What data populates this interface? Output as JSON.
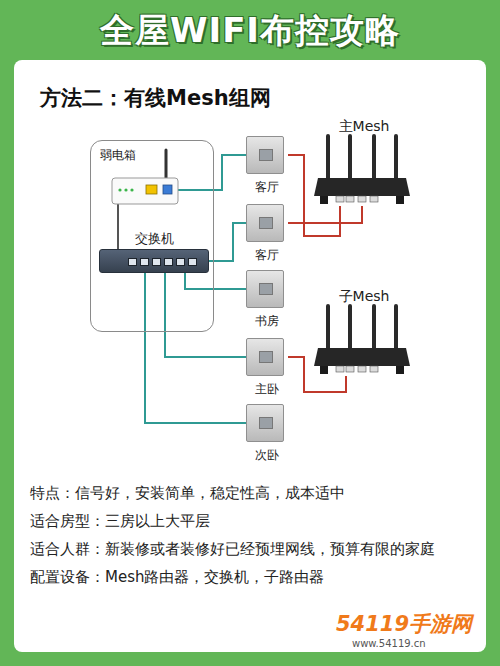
{
  "diagram": {
    "title": "全屋WIFI布控攻略",
    "nodes": [
      {
        "text": [
          "弱电箱"
        ]
      },
      {
        "text": [
          "交换机"
        ],
        "in": 0
      },
      {
        "text": [
          "客厅"
        ]
      },
      {
        "text": [
          "客厅"
        ]
      },
      {
        "text": [
          "书房"
        ]
      },
      {
        "text": [
          "主卧"
        ]
      },
      {
        "text": [
          "次卧"
        ]
      },
      {
        "text": [
          "主Mesh"
        ]
      },
      {
        "text": [
          "子Mesh"
        ]
      }
    ],
    "edges": [
      {
        "from": 1,
        "to": 3,
        "arrow": "none"
      },
      {
        "from": 1,
        "to": 4,
        "arrow": "none"
      },
      {
        "from": 1,
        "to": 5,
        "arrow": "none"
      },
      {
        "from": 1,
        "to": 6,
        "arrow": "none"
      },
      {
        "from": 2,
        "to": 7,
        "arrow": "none"
      },
      {
        "from": 3,
        "to": 7,
        "arrow": "none"
      },
      {
        "from": 5,
        "to": 8,
        "arrow": "none"
      }
    ],
    "labels": [
      "方法二：有线Mesh组网",
      "特点：信号好，安装简单，稳定性高，成本适中",
      "适合房型：三房以上大平层",
      "适合人群：新装修或者装修好已经预埋网线，预算有限的家庭",
      "配置设备：Mesh路由器，交换机，子路由器",
      "54119手游网",
      "www.54119.cn"
    ]
  }
}
